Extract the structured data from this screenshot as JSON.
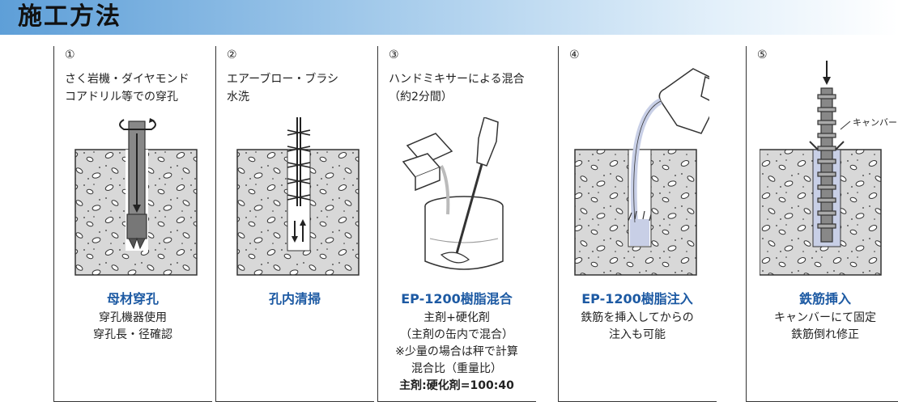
{
  "header": {
    "title": "施工方法"
  },
  "steps": [
    {
      "number": "①",
      "description": "さく岩機・ダイヤモンド\nコアドリル等での穿孔",
      "title": "母材穿孔",
      "detail": "穿孔機器使用\n穿孔長・径確認"
    },
    {
      "number": "②",
      "description": "エアーブロー・ブラシ\n水洗",
      "title": "孔内清掃",
      "detail": ""
    },
    {
      "number": "③",
      "description": "ハンドミキサーによる混合\n（約2分間）",
      "title": "EP-1200樹脂混合",
      "detail": "主剤+硬化剤\n（主剤の缶内で混合）\n※少量の場合は秤で計算\n混合比（重量比）",
      "detail_bold": "主剤:硬化剤=100:40"
    },
    {
      "number": "④",
      "description": "",
      "title": "EP-1200樹脂注入",
      "detail": "鉄筋を挿入してからの\n注入も可能"
    },
    {
      "number": "⑤",
      "description": "",
      "title": "鉄筋挿入",
      "detail": "キャンバーにて固定\n鉄筋倒れ修正",
      "illustration_label": "キャンバー"
    }
  ],
  "colors": {
    "accent": "#1d5aa3",
    "header_start": "#5e9fd8",
    "concrete": "#d8d8d8"
  }
}
